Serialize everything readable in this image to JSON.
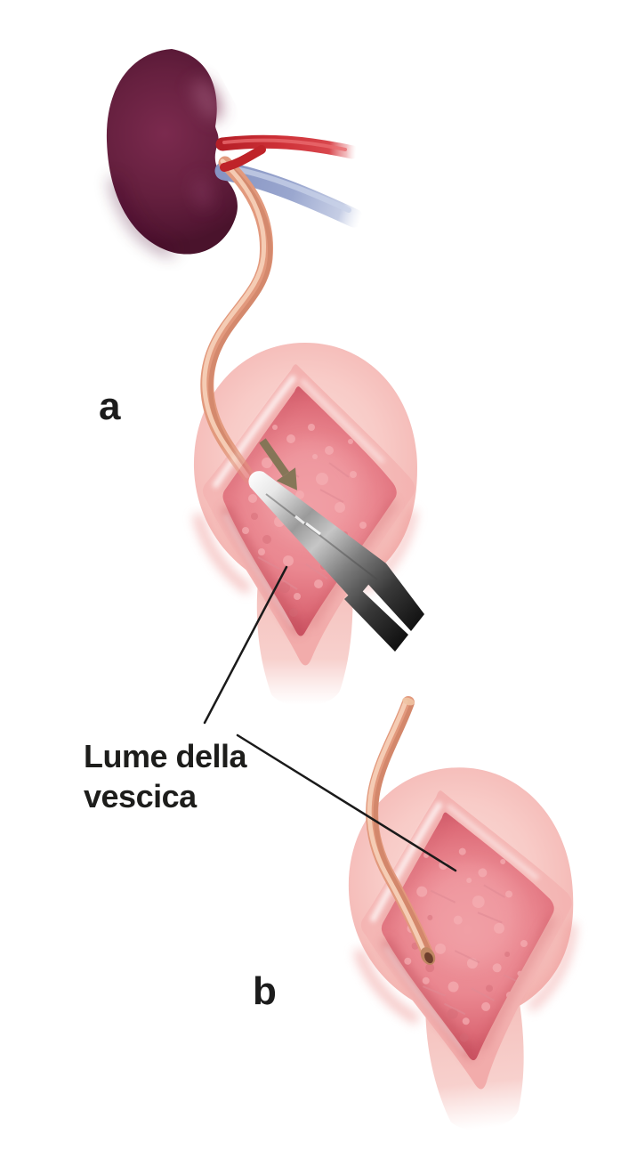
{
  "figure": {
    "title": "Ureteral reimplantation illustration",
    "panel_a_label": "a",
    "panel_b_label": "b",
    "annotation": "Lume della\nvescica"
  },
  "illustration_parts": {
    "kidney": "kidney",
    "renal_artery": "renal-artery",
    "renal_vein": "renal-vein",
    "ureter": "ureter",
    "bladder_a": "opened-bladder-with-forceps",
    "bladder_b": "opened-bladder-with-ureter-inside",
    "forceps": "surgical-forceps",
    "arrow": "direction-arrow"
  },
  "colors": {
    "background": "#ffffff",
    "kidney": "#66203f",
    "artery": "#c5262d",
    "vein": "#96a3cc",
    "ureter": "#e2997d",
    "bladder_outer": "#f7c6c2",
    "bladder_lumen": "#e8838c",
    "incision_rim": "#c14f5c",
    "forceps_metal": "#9a9a9a",
    "arrow": "#7d7452",
    "leader_line": "#1a1a1a",
    "label_text": "#1c1c1c"
  }
}
